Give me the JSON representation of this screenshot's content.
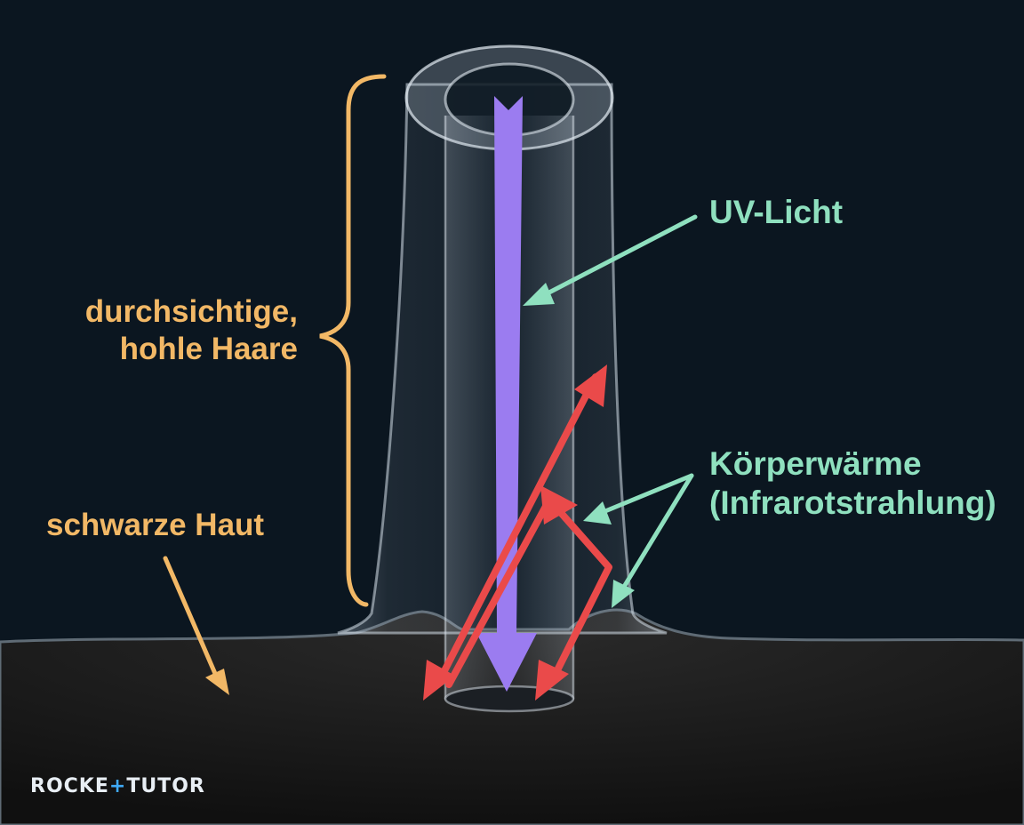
{
  "labels": {
    "hair_line1": "durchsichtige,",
    "hair_line2": "hohle Haare",
    "skin": "schwarze Haut",
    "uv": "UV-Licht",
    "heat_line1": "Körperwärme",
    "heat_line2": "(Infrarotstrahlung)"
  },
  "logo": {
    "part1": "ROCKE",
    "cross": "+",
    "part2": "TUTOR"
  },
  "colors": {
    "background": "#0b1620",
    "orange_label": "#f2b866",
    "green_label": "#8fe0bf",
    "uv_arrow": "#9b7cf0",
    "heat_arrow": "#ea4a4a",
    "skin": "#1a1a1a",
    "logo_accent": "#3fa9f5"
  },
  "icons": {
    "uv": "arrow-down",
    "heat": "double-headed-arrow",
    "brace": "curly-brace"
  }
}
